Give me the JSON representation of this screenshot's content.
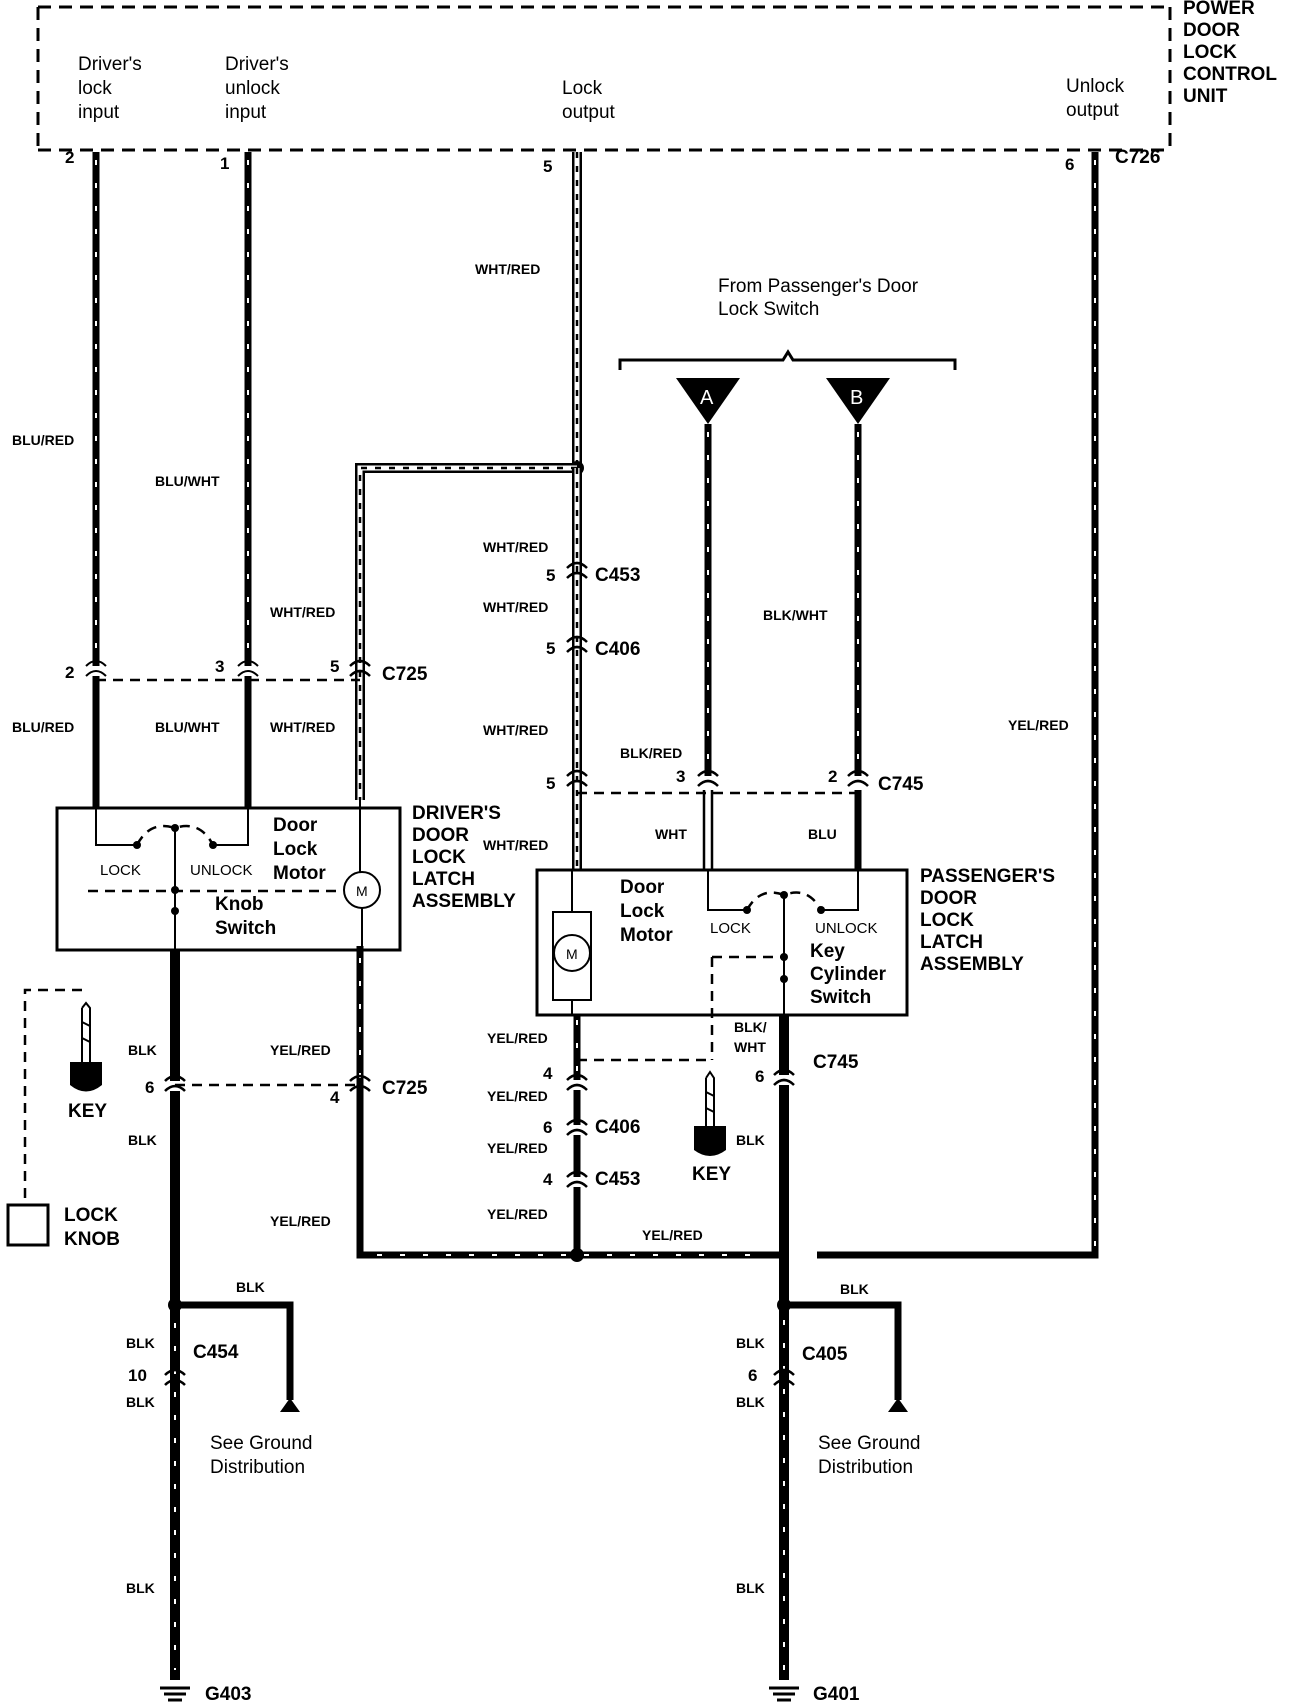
{
  "control_unit": {
    "title_lines": [
      "POWER",
      "DOOR",
      "LOCK",
      "CONTROL",
      "UNIT"
    ],
    "connector": "C726",
    "inputs": {
      "driver_lock": [
        "Driver's",
        "lock",
        "input"
      ],
      "driver_unlock": [
        "Driver's",
        "unlock",
        "input"
      ],
      "lock_output": [
        "Lock",
        "output"
      ],
      "unlock_output": [
        "Unlock",
        "output"
      ]
    },
    "pins": {
      "driver_lock": "2",
      "driver_unlock": "1",
      "lock_output": "5",
      "unlock_output": "6"
    }
  },
  "passenger_switch": {
    "label_lines": [
      "From Passenger's Door",
      "Lock Switch"
    ],
    "terminal_a": "A",
    "terminal_b": "B"
  },
  "wires": {
    "blu_red": "BLU/RED",
    "blu_wht": "BLU/WHT",
    "wht_red": "WHT/RED",
    "blk_wht": "BLK/WHT",
    "blk_red": "BLK/RED",
    "yel_red": "YEL/RED",
    "wht": "WHT",
    "blu": "BLU",
    "blk": "BLK",
    "blk_wht_split": [
      "BLK/",
      "WHT"
    ]
  },
  "connectors": {
    "c453": "C453",
    "c406": "C406",
    "c725": "C725",
    "c745": "C745",
    "c454": "C454",
    "c405": "C405"
  },
  "pins": {
    "p2": "2",
    "p3": "3",
    "p5": "5",
    "p4": "4",
    "p6": "6",
    "p10": "10"
  },
  "driver_assembly": {
    "title_lines": [
      "DRIVER'S",
      "DOOR",
      "LOCK",
      "LATCH",
      "ASSEMBLY"
    ],
    "motor_lines": [
      "Door",
      "Lock",
      "Motor"
    ],
    "switch_lines": [
      "Knob",
      "Switch"
    ],
    "lock": "LOCK",
    "unlock": "UNLOCK",
    "motor_symbol": "M"
  },
  "passenger_assembly": {
    "title_lines": [
      "PASSENGER'S",
      "DOOR",
      "LOCK",
      "LATCH",
      "ASSEMBLY"
    ],
    "motor_lines": [
      "Door",
      "Lock",
      "Motor"
    ],
    "switch_lines": [
      "Key",
      "Cylinder",
      "Switch"
    ],
    "lock": "LOCK",
    "unlock": "UNLOCK",
    "motor_symbol": "M"
  },
  "key_label": "KEY",
  "lock_knob_lines": [
    "LOCK",
    "KNOB"
  ],
  "ground_note_lines": [
    "See Ground",
    "Distribution"
  ],
  "grounds": {
    "left": "G403",
    "right": "G401"
  }
}
